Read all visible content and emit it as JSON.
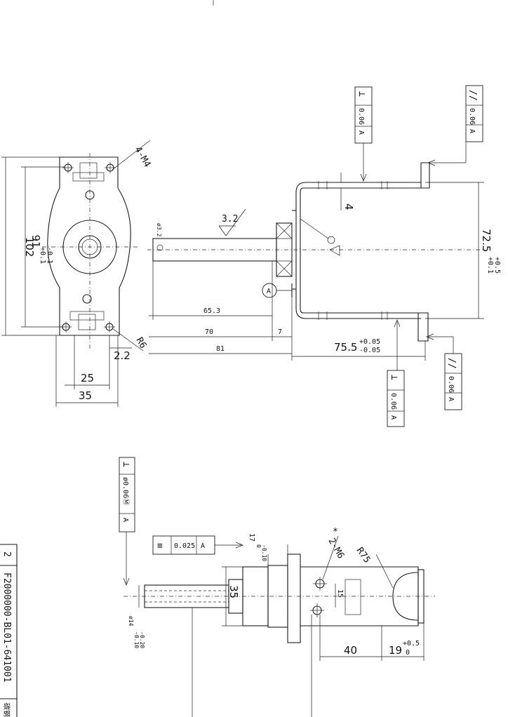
{
  "dimensions": {
    "d102": "102",
    "d91_base": "91",
    "d91_tol_up": "+0.1",
    "d91_tol_dn": "-0.1",
    "d25": "25",
    "d35": "35",
    "d2_2": "2.2",
    "r6": "R6",
    "holes_4m4": "4-M4",
    "d65_3": "65.3",
    "d70": "70",
    "d7": "7",
    "d81": "81",
    "d75_5_base": "75.5",
    "d75_5_tol_up": "+0.05",
    "d75_5_tol_dn": "-0.05",
    "d72_5_base": "72.5",
    "d72_5_tol_up": "+0.5",
    "d72_5_tol_dn": "+0.1",
    "d4": "4",
    "dia3_2": "ø3.2",
    "rough3_2": "3.2",
    "d40": "40",
    "d19_base": "19",
    "d19_tol_up": "+0.5",
    "d19_tol_dn": "0",
    "d17_base": "17",
    "d17_tol_up": "0",
    "d17_tol_dn": "-0.10",
    "d14_text": "ø14",
    "d14_tol_up": "-0.10",
    "d14_tol_dn": "-0.20",
    "d35_lower": "35",
    "d15": "15",
    "r75": "R75",
    "holes_2m6": "2-M6",
    "star": "*"
  },
  "tolerance_frames": [
    {
      "symbol": "⊥",
      "value": "0.06",
      "datum": "A"
    },
    {
      "symbol": "//",
      "value": "0.06",
      "datum": "A"
    },
    {
      "symbol": "⊥",
      "value": "0.06",
      "datum": "A"
    },
    {
      "symbol": "//",
      "value": "0.06",
      "datum": "A"
    },
    {
      "symbol": "⊥",
      "value": "ø0.06Ⓜ",
      "datum": "A"
    },
    {
      "symbol": "≡",
      "value": "0.025",
      "datum": "A"
    }
  ],
  "datum_label": "A",
  "title_block": {
    "item_no": "2",
    "part_no": "F2000000-BL01-641001",
    "material": "碳钢"
  }
}
